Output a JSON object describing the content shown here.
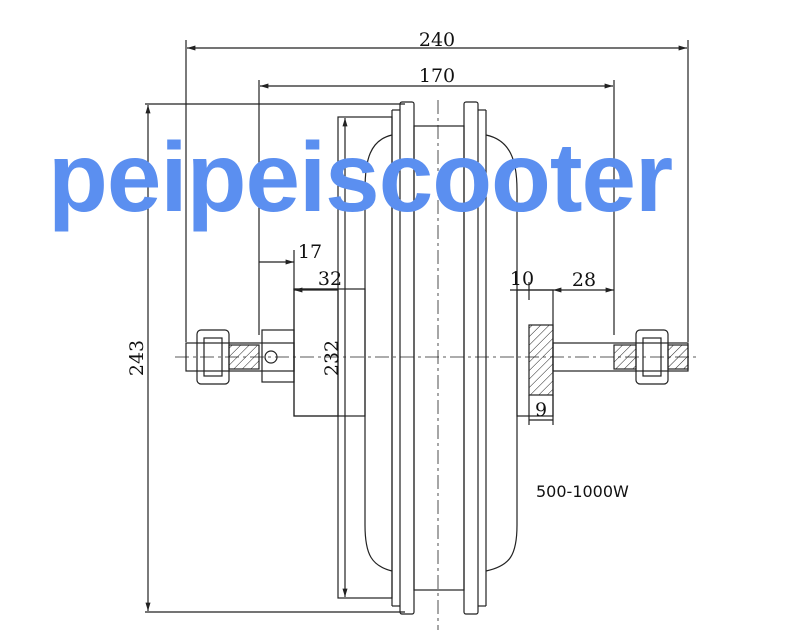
{
  "watermark": {
    "text": "peipeiscooter",
    "color": "#5b8ff0"
  },
  "dimensions": {
    "overall_width": "240",
    "inner_width": "170",
    "flange_offset": "17",
    "hub_step": "32",
    "spacer_width": "10",
    "axle_right": "28",
    "disc_thickness": "9",
    "overall_height": "243",
    "hub_diameter": "232"
  },
  "power_rating": "500-1000W"
}
